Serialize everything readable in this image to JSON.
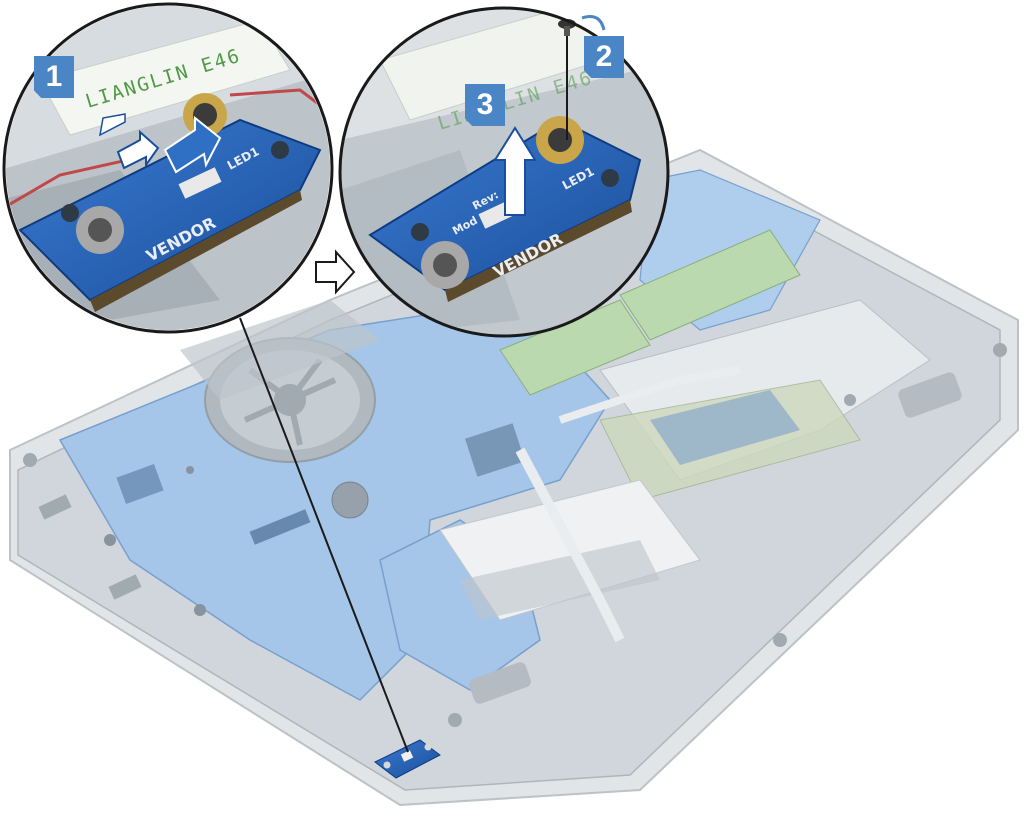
{
  "figure": {
    "steps": [
      {
        "number": "1"
      },
      {
        "number": "2"
      },
      {
        "number": "3"
      }
    ],
    "board_labels": {
      "connector_text": "LIANGLIN E46",
      "vendor": "VENDOR",
      "led": "LED1",
      "revision": "Rev:",
      "model": "Mod"
    },
    "colors": {
      "badge": "#4a86c5",
      "board": "#1f5fb4",
      "chassis": "#d3d8dc",
      "callout_outline": "#1a1a1a"
    },
    "icons": [
      "arrow-right-icon",
      "screw-icon",
      "lift-arrow-icon",
      "disconnect-arrow-icon"
    ]
  }
}
